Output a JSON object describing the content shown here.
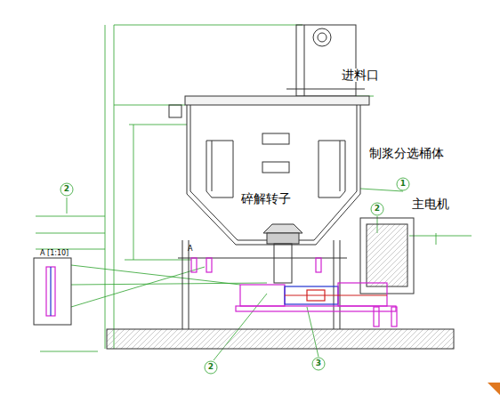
{
  "diagram": {
    "labels": [
      "进料口",
      "制浆分选桶体",
      "碎解转子",
      "主电机",
      "1",
      "2",
      "2",
      "2",
      "3",
      "A [1:10]",
      "A"
    ]
  }
}
